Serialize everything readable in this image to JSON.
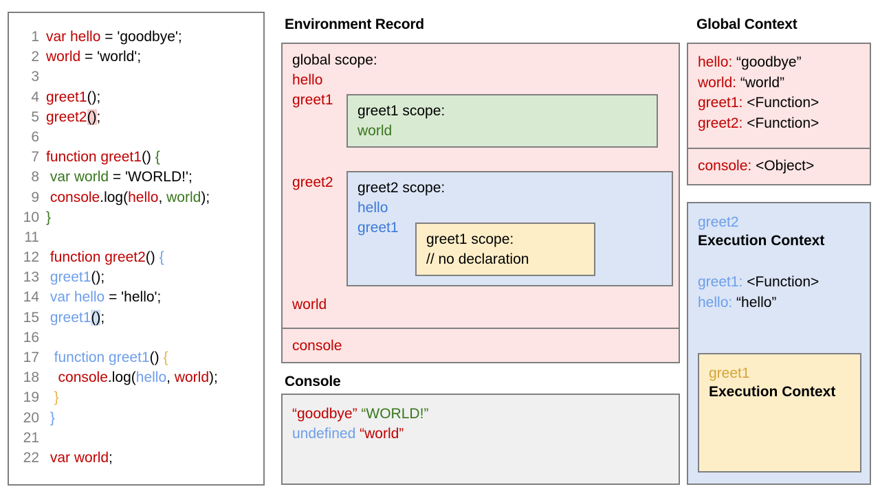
{
  "code_panel": {
    "lines": [
      {
        "n": "1",
        "tokens": [
          {
            "t": "var hello",
            "c": "red"
          },
          {
            "t": " = 'goodbye';",
            "c": "black"
          }
        ]
      },
      {
        "n": "2",
        "tokens": [
          {
            "t": "world",
            "c": "red"
          },
          {
            "t": " = 'world';",
            "c": "black"
          }
        ]
      },
      {
        "n": "3",
        "tokens": []
      },
      {
        "n": "4",
        "tokens": [
          {
            "t": "greet1",
            "c": "red"
          },
          {
            "t": "();",
            "c": "black"
          }
        ]
      },
      {
        "n": "5",
        "tokens": [
          {
            "t": "greet2",
            "c": "red"
          },
          {
            "t": "()",
            "c": "black",
            "hl": "pink"
          },
          {
            "t": ";",
            "c": "black"
          }
        ]
      },
      {
        "n": "6",
        "tokens": []
      },
      {
        "n": "7",
        "tokens": [
          {
            "t": "function greet1",
            "c": "red"
          },
          {
            "t": "() ",
            "c": "black"
          },
          {
            "t": "{",
            "c": "green"
          }
        ]
      },
      {
        "n": "8",
        "tokens": [
          {
            "t": " ",
            "c": "black"
          },
          {
            "t": "var world",
            "c": "green"
          },
          {
            "t": " = 'WORLD!';",
            "c": "black"
          }
        ]
      },
      {
        "n": "9",
        "tokens": [
          {
            "t": " ",
            "c": "black"
          },
          {
            "t": "console",
            "c": "red"
          },
          {
            "t": ".log(",
            "c": "black"
          },
          {
            "t": "hello",
            "c": "red"
          },
          {
            "t": ", ",
            "c": "black"
          },
          {
            "t": "world",
            "c": "green"
          },
          {
            "t": ");",
            "c": "black"
          }
        ]
      },
      {
        "n": "10",
        "tokens": [
          {
            "t": "}",
            "c": "green"
          }
        ]
      },
      {
        "n": "11",
        "tokens": []
      },
      {
        "n": "12",
        "tokens": [
          {
            "t": " ",
            "c": "black"
          },
          {
            "t": "function greet2",
            "c": "red"
          },
          {
            "t": "() ",
            "c": "black"
          },
          {
            "t": "{",
            "c": "blue"
          }
        ]
      },
      {
        "n": "13",
        "tokens": [
          {
            "t": " ",
            "c": "black"
          },
          {
            "t": "greet1",
            "c": "blue"
          },
          {
            "t": "();",
            "c": "black"
          }
        ]
      },
      {
        "n": "14",
        "tokens": [
          {
            "t": " ",
            "c": "black"
          },
          {
            "t": "var hello",
            "c": "blue"
          },
          {
            "t": " = 'hello';",
            "c": "black"
          }
        ]
      },
      {
        "n": "15",
        "tokens": [
          {
            "t": " ",
            "c": "black"
          },
          {
            "t": "greet1",
            "c": "blue"
          },
          {
            "t": "()",
            "c": "black",
            "hl": "blue"
          },
          {
            "t": ";",
            "c": "black"
          }
        ]
      },
      {
        "n": "16",
        "tokens": []
      },
      {
        "n": "17",
        "tokens": [
          {
            "t": "  ",
            "c": "black"
          },
          {
            "t": "function greet1",
            "c": "blue"
          },
          {
            "t": "() ",
            "c": "black"
          },
          {
            "t": "{",
            "c": "gold"
          }
        ]
      },
      {
        "n": "18",
        "tokens": [
          {
            "t": "   ",
            "c": "black"
          },
          {
            "t": "console",
            "c": "red"
          },
          {
            "t": ".log(",
            "c": "black"
          },
          {
            "t": "hello",
            "c": "blue"
          },
          {
            "t": ", ",
            "c": "black"
          },
          {
            "t": "world",
            "c": "red"
          },
          {
            "t": ");",
            "c": "black"
          }
        ]
      },
      {
        "n": "19",
        "tokens": [
          {
            "t": "  ",
            "c": "black"
          },
          {
            "t": "}",
            "c": "gold"
          }
        ]
      },
      {
        "n": "20",
        "tokens": [
          {
            "t": " ",
            "c": "black"
          },
          {
            "t": "}",
            "c": "blue"
          }
        ]
      },
      {
        "n": "21",
        "tokens": []
      },
      {
        "n": "22",
        "tokens": [
          {
            "t": " ",
            "c": "black"
          },
          {
            "t": "var world",
            "c": "red"
          },
          {
            "t": ";",
            "c": "black"
          }
        ]
      }
    ]
  },
  "environment_record": {
    "title": "Environment Record",
    "global_scope_label": "global scope:",
    "globals_before": [
      {
        "name": "hello",
        "color": "red"
      },
      {
        "name": "greet1",
        "color": "red"
      }
    ],
    "globals_middle": [
      {
        "name": "greet2",
        "color": "red"
      }
    ],
    "globals_after": [
      {
        "name": "world",
        "color": "red"
      }
    ],
    "globals_separated": [
      {
        "name": "console",
        "color": "red"
      }
    ],
    "greet1_scope": {
      "label": "greet1 scope:",
      "vars": [
        {
          "name": "world",
          "color": "green"
        }
      ]
    },
    "greet2_scope": {
      "label": "greet2 scope:",
      "vars": [
        {
          "name": "hello",
          "color": "blue"
        },
        {
          "name": "greet1",
          "color": "blue"
        }
      ],
      "inner_greet1_scope": {
        "label": "greet1 scope:",
        "note": "// no declaration"
      }
    }
  },
  "console": {
    "title": "Console",
    "lines": [
      [
        {
          "t": "“goodbye”",
          "c": "red"
        },
        {
          "t": " ",
          "c": "black"
        },
        {
          "t": "“WORLD!”",
          "c": "green"
        }
      ],
      [
        {
          "t": "undefined",
          "c": "blue"
        },
        {
          "t": " ",
          "c": "black"
        },
        {
          "t": "“world”",
          "c": "red"
        }
      ]
    ]
  },
  "global_context": {
    "title": "Global Context",
    "entries": [
      {
        "key": "hello:",
        "value": "“goodbye”",
        "color": "red"
      },
      {
        "key": "world:",
        "value": "“world”",
        "color": "red"
      },
      {
        "key": "greet1:",
        "value": "<Function>",
        "color": "red"
      },
      {
        "key": "greet2:",
        "value": "<Function>",
        "color": "red"
      }
    ],
    "entries_below": [
      {
        "key": "console:",
        "value": "<Object>",
        "color": "red"
      }
    ]
  },
  "execution_contexts": {
    "greet2": {
      "name": "greet2",
      "heading": "Execution Context",
      "entries": [
        {
          "key": "greet1:",
          "value": "<Function>",
          "color": "blue"
        },
        {
          "key": "hello:",
          "value": "“hello”",
          "color": "blue"
        }
      ]
    },
    "greet1": {
      "name": "greet1",
      "heading": "Execution Context",
      "entries": []
    }
  },
  "colors": {
    "red": "#c00000",
    "green": "#38761d",
    "blue": "#3c78d8",
    "gold": "#d4a537",
    "pink_bg": "#fce5e4",
    "green_bg": "#d9ead3",
    "blue_bg": "#dbe5f6",
    "yellow_bg": "#fdeec8",
    "gray_bg": "#f0f0f0",
    "border": "#7f7f7f"
  }
}
